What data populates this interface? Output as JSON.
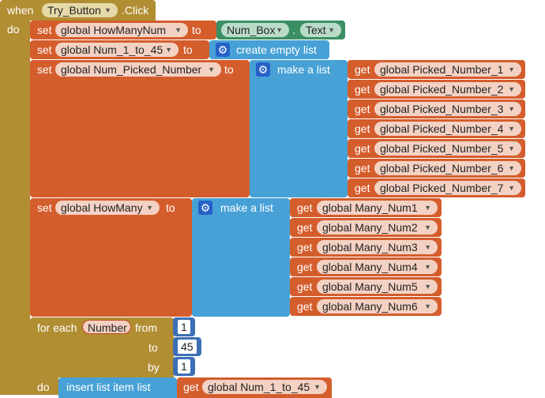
{
  "event": {
    "when_label": "when",
    "component": "Try_Button",
    "event_name": ".Click",
    "do_label": "do"
  },
  "labels": {
    "set": "set",
    "to": "to",
    "get": "get",
    "dot": "."
  },
  "dropdown_glyph": "▼",
  "gear_glyph": "⚙",
  "stmt1": {
    "var": "global HowManyNum",
    "component": "Num_Box",
    "property": "Text"
  },
  "stmt2": {
    "var": "global Num_1_to_45",
    "block_label": "create empty list"
  },
  "stmt3": {
    "var": "global Num_Picked_Number",
    "block_label": "make a list",
    "items": [
      "global Picked_Number_1",
      "global Picked_Number_2",
      "global Picked_Number_3",
      "global Picked_Number_4",
      "global Picked_Number_5",
      "global Picked_Number_6",
      "global Picked_Number_7"
    ]
  },
  "stmt4": {
    "var": "global HowMany",
    "block_label": "make a list",
    "items": [
      "global Many_Num1",
      "global Many_Num2",
      "global Many_Num3",
      "global Many_Num4",
      "global Many_Num5",
      "global Many_Num6"
    ]
  },
  "loop": {
    "for_each_label": "for each",
    "variable": "Number",
    "from_label": "from",
    "from_value": "1",
    "to_label": "to",
    "to_value": "45",
    "by_label": "by",
    "by_value": "1",
    "do_label": "do",
    "inner_block_label": "insert list item  list",
    "inner_get_var": "global Num_1_to_45"
  },
  "colors": {
    "event": "#b28e33",
    "variables": "#d45d2c",
    "lists": "#47a1d6",
    "math": "#3d6fb5",
    "component": "#3b8f63"
  }
}
